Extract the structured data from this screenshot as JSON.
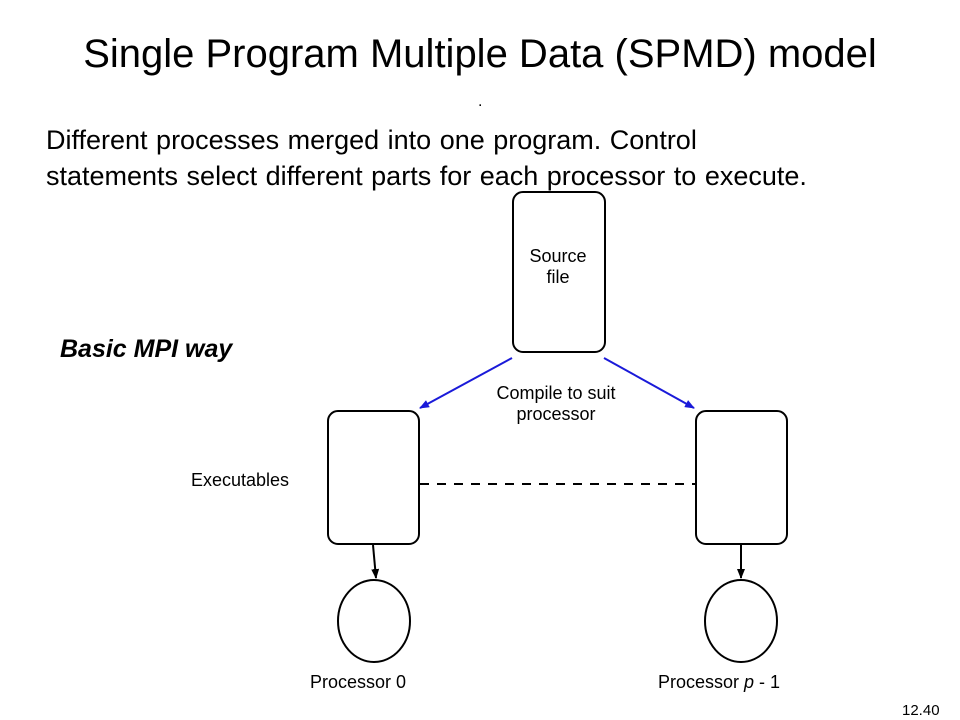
{
  "slide": {
    "title": "Single Program Multiple Data (SPMD) model",
    "dot": ".",
    "body": "Different processes merged into one program. Control statements select different parts for each processor to execute.",
    "subheading": "Basic MPI way",
    "page_number": "12.40"
  },
  "diagram": {
    "source_line1": "Source",
    "source_line2": "file",
    "compile_line1": "Compile to suit",
    "compile_line2": "processor",
    "executables_label": "Executables",
    "processor0_label": "Processor 0",
    "processor_last_prefix": "Processor ",
    "processor_last_var": "p",
    "processor_last_suffix": " - 1",
    "arrow_color_compile": "#1a1ad9",
    "arrow_color_run": "#000000"
  }
}
